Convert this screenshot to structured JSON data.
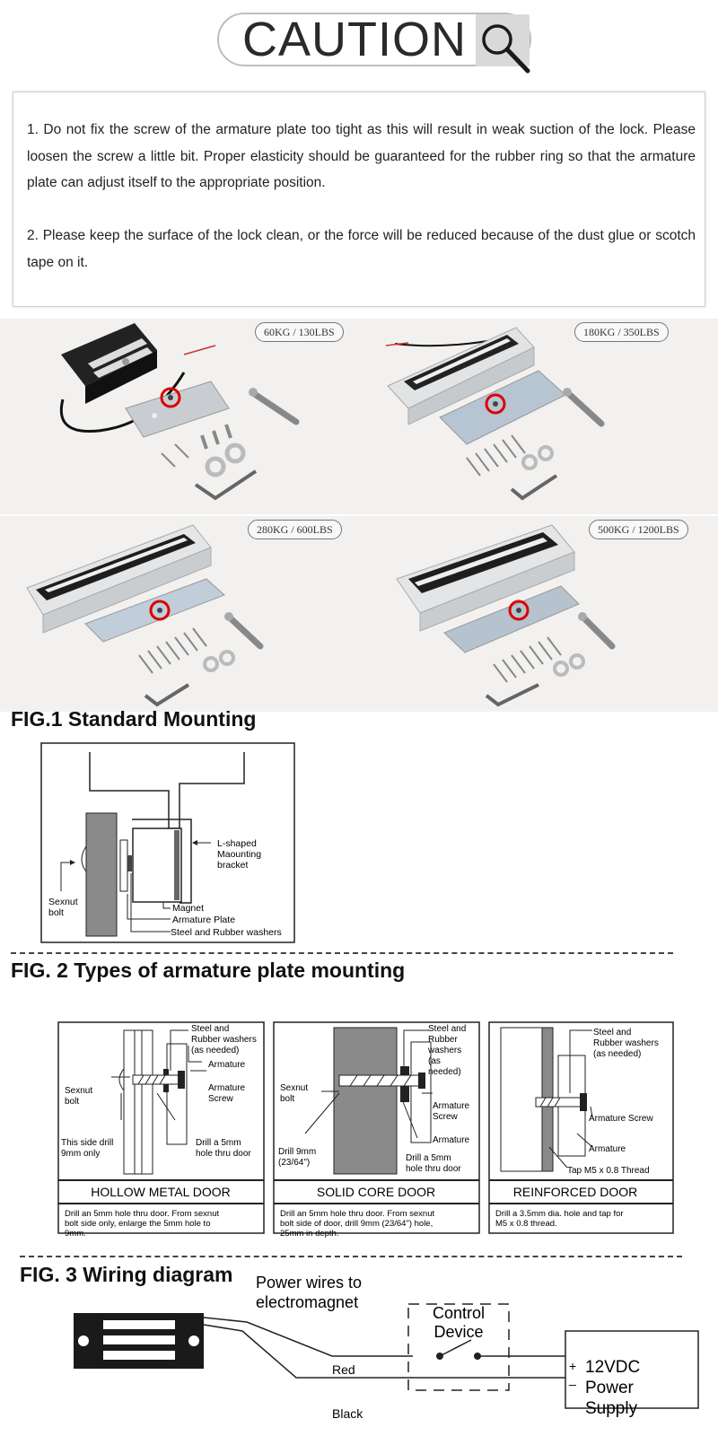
{
  "header": {
    "caution_title": "CAUTION"
  },
  "notes": [
    "1. Do not fix the screw of the armature plate too tight as this will result in weak suction of the lock. Please loosen the screw a little bit. Proper elasticity should be guaranteed for the rubber ring so that the armature plate can adjust itself to the appropriate position.",
    "2. Please keep the surface of the lock clean, or the force will be reduced because of the dust glue or scotch tape on it."
  ],
  "products": [
    {
      "rating": "60KG / 130LBS"
    },
    {
      "rating": "180KG / 350LBS"
    },
    {
      "rating": "280KG / 600LBS"
    },
    {
      "rating": "500KG / 1200LBS"
    }
  ],
  "fig1": {
    "title": "FIG.1 Standard Mounting",
    "labels": {
      "bracket_1": "L-shaped",
      "bracket_2": "Maounting",
      "bracket_3": "bracket",
      "sexnut_1": "Sexnut",
      "sexnut_2": "bolt",
      "magnet": "Magnet",
      "armature_plate": "Armature Plate",
      "washers": "Steel and Rubber washers"
    }
  },
  "fig2": {
    "title": "FIG. 2 Types of armature plate mounting",
    "hollow": {
      "title": "HOLLOW METAL DOOR",
      "desc": [
        "Drill an 5mm hole thru door.  From sexnut",
        "bolt side only, enlarge the 5mm hole to",
        "9mm."
      ],
      "labels": {
        "washers": [
          "Steel and",
          "Rubber washers",
          "(as needed)"
        ],
        "armature": "Armature",
        "armature_screw": [
          "Armature",
          "Screw"
        ],
        "sexnut": [
          "Sexnut",
          "bolt"
        ],
        "this_side": [
          "This side drill",
          "9mm only"
        ],
        "drill": [
          "Drill a 5mm",
          "hole thru door"
        ]
      }
    },
    "solid": {
      "title": "SOLID CORE DOOR",
      "desc": [
        "Drill an 5mm hole thru door.  From sexnut",
        "bolt side of door, drill 9mm (23/64\") hole,",
        "25mm in depth."
      ],
      "labels": {
        "washers": [
          "Steel and",
          "Rubber",
          "washers",
          "(as",
          "needed)"
        ],
        "sexnut": [
          "Sexnut",
          "bolt"
        ],
        "armature_screw": [
          "Armature",
          "Screw"
        ],
        "armature": "Armature",
        "drill9": [
          "Drill 9mm",
          "(23/64\")"
        ],
        "drill5": [
          "Drill a 5mm",
          "hole thru door"
        ]
      }
    },
    "reinforced": {
      "title": "REINFORCED DOOR",
      "desc": [
        "Drill a 3.5mm dia. hole and tap for",
        "M5 x 0.8 thread."
      ],
      "labels": {
        "washers": [
          "Steel and",
          "Rubber washers",
          "(as needed)"
        ],
        "armature_screw": "Armature Screw",
        "armature": "Armature",
        "tap": "Tap M5 x 0.8 Thread"
      }
    }
  },
  "fig3": {
    "title": "FIG. 3 Wiring diagram",
    "power_wires": [
      "Power wires to",
      "electromagnet"
    ],
    "control": [
      "Control",
      "Device"
    ],
    "red": "Red",
    "black": "Black",
    "plus": "+",
    "minus": "_",
    "supply": [
      "12VDC",
      "Power",
      "Supply"
    ]
  }
}
